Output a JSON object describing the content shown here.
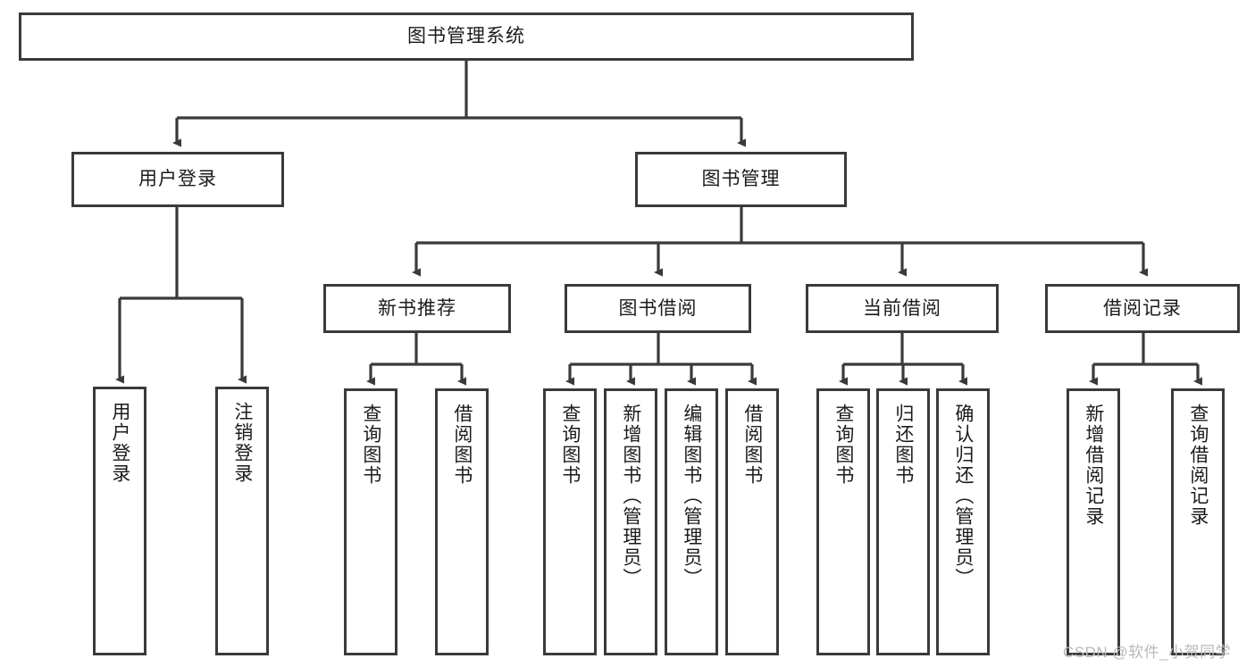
{
  "diagram": {
    "type": "tree",
    "title": "图书管理系统",
    "watermark": "CSDN @软件_小贺同学",
    "colors": {
      "box_border": "#3a3a3a",
      "box_fill": "#ffffff",
      "connector": "#3a3a3a",
      "text": "#1b1b1b",
      "watermark": "#b9b9b9",
      "background": "#ffffff"
    },
    "root": {
      "label": "图书管理系统"
    },
    "level2": [
      {
        "label": "用户登录"
      },
      {
        "label": "图书管理"
      }
    ],
    "level3": [
      {
        "label": "新书推荐"
      },
      {
        "label": "图书借阅"
      },
      {
        "label": "当前借阅"
      },
      {
        "label": "借阅记录"
      }
    ],
    "leaves": {
      "user_login": [
        {
          "label": "用户登录"
        },
        {
          "label": "注销登录"
        }
      ],
      "new_book_recommend": [
        {
          "label": "查询图书"
        },
        {
          "label": "借阅图书"
        }
      ],
      "book_borrow": [
        {
          "label": "查询图书"
        },
        {
          "label": "新增图书（管理员）"
        },
        {
          "label": "编辑图书（管理员）"
        },
        {
          "label": "借阅图书"
        }
      ],
      "current_borrow": [
        {
          "label": "查询图书"
        },
        {
          "label": "归还图书"
        },
        {
          "label": "确认归还（管理员）"
        }
      ],
      "borrow_record": [
        {
          "label": "新增借阅记录"
        },
        {
          "label": "查询借阅记录"
        }
      ]
    }
  }
}
